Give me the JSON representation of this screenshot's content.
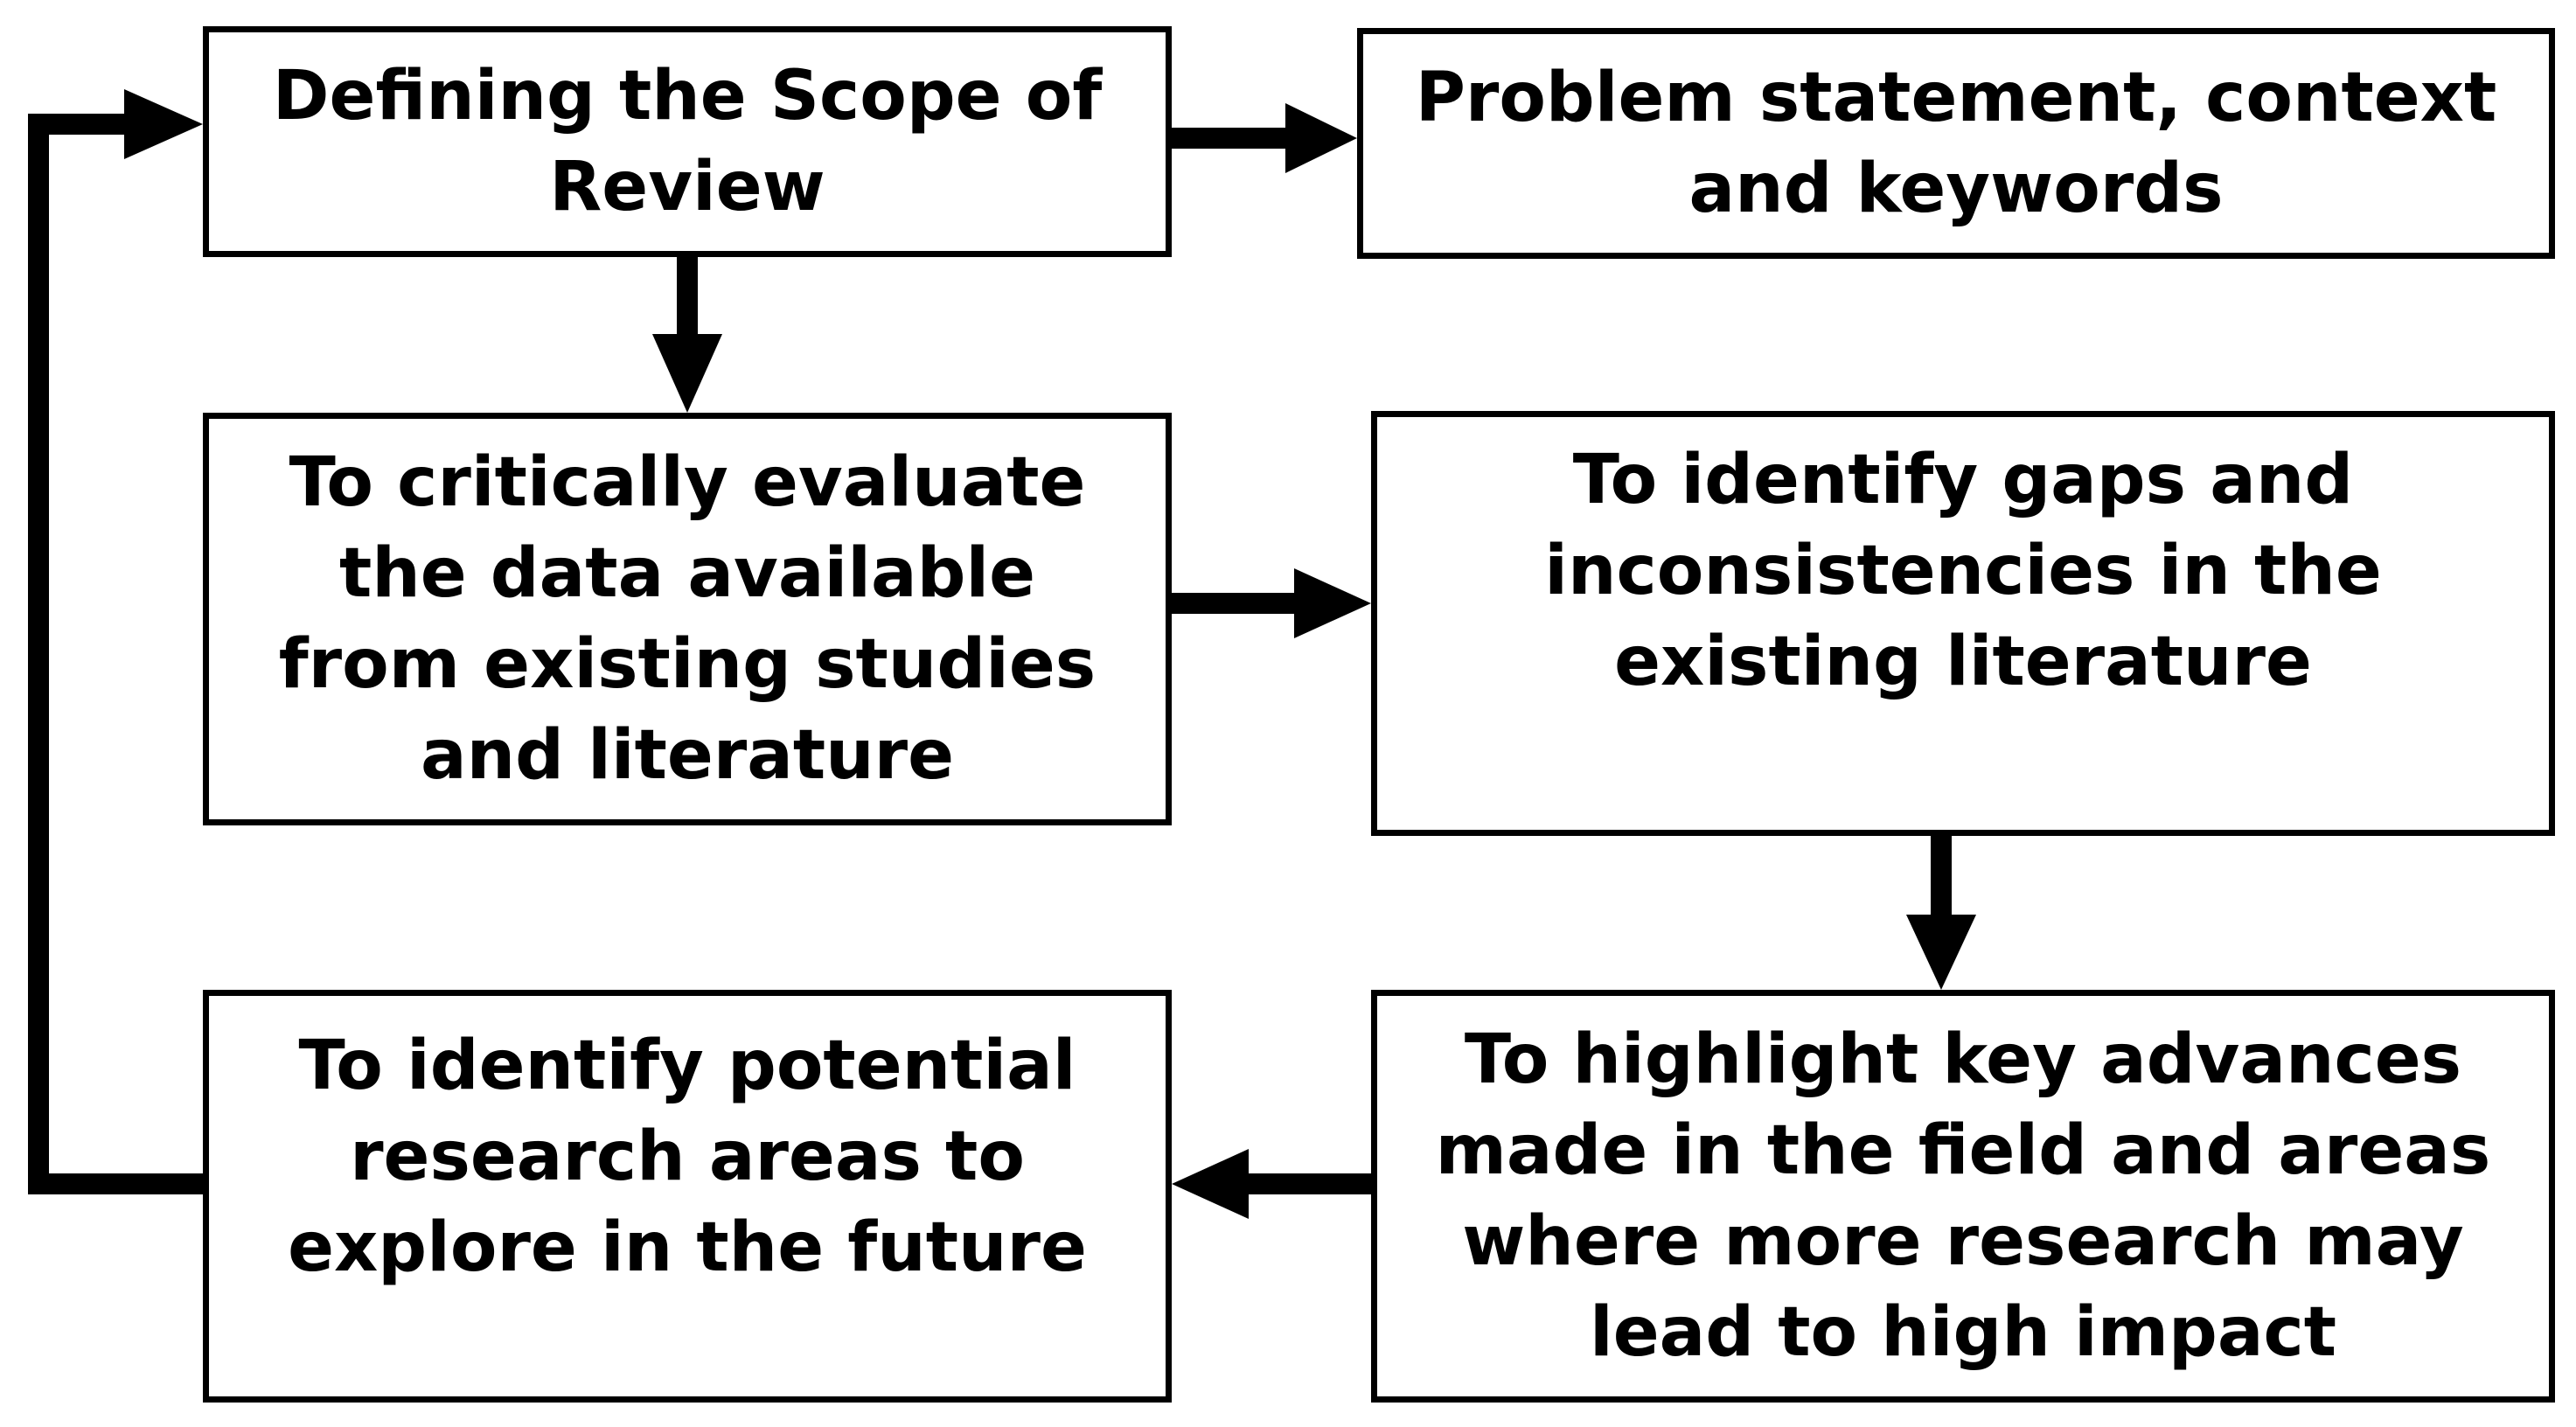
{
  "diagram": {
    "boxes": {
      "scope": "Defining the Scope of Review",
      "problem": "Problem statement, context and keywords",
      "evaluate": "To critically evaluate the data available from existing studies and literature",
      "gaps": "To identify gaps and inconsistencies in the existing literature",
      "advances": "To highlight key advances made in the field and areas where more research may lead to high impact",
      "potential": "To identify potential research areas to explore in the future"
    },
    "colors": {
      "stroke": "#000000",
      "background": "#ffffff"
    }
  }
}
